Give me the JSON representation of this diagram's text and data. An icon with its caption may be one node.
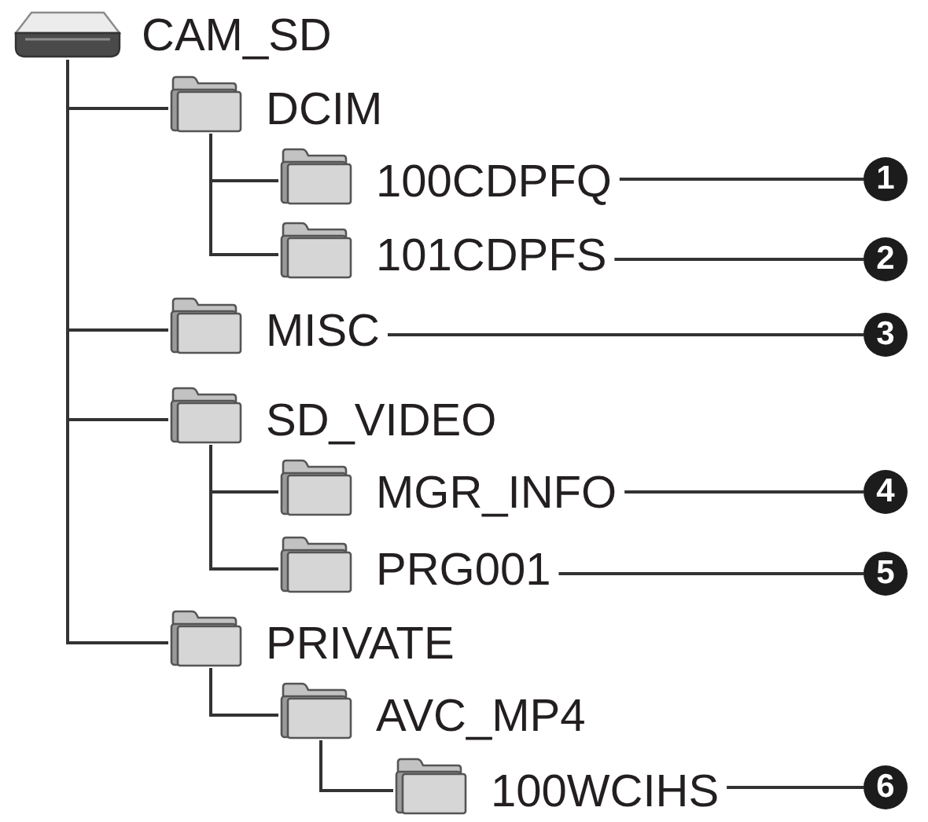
{
  "diagram": {
    "nodes": [
      {
        "text": [
          "CAM_SD"
        ]
      },
      {
        "text": [
          "DCIM"
        ]
      },
      {
        "text": [
          "100CDPFQ"
        ]
      },
      {
        "text": [
          "1"
        ]
      },
      {
        "text": [
          "101CDPFS"
        ]
      },
      {
        "text": [
          "2"
        ]
      },
      {
        "text": [
          "MISC"
        ]
      },
      {
        "text": [
          "3"
        ]
      },
      {
        "text": [
          "SD_VIDEO"
        ]
      },
      {
        "text": [
          "MGR_INFO"
        ]
      },
      {
        "text": [
          "4"
        ]
      },
      {
        "text": [
          "PRG001"
        ]
      },
      {
        "text": [
          "5"
        ]
      },
      {
        "text": [
          "PRIVATE"
        ]
      },
      {
        "text": [
          "AVC_MP4"
        ]
      },
      {
        "text": [
          "100WCIHS"
        ]
      },
      {
        "text": [
          "6"
        ]
      }
    ],
    "edges": [
      {
        "from": 0,
        "to": 1,
        "arrow": "none"
      },
      {
        "from": 0,
        "to": 6,
        "arrow": "none"
      },
      {
        "from": 0,
        "to": 8,
        "arrow": "none"
      },
      {
        "from": 0,
        "to": 13,
        "arrow": "none"
      },
      {
        "from": 1,
        "to": 2,
        "arrow": "none"
      },
      {
        "from": 1,
        "to": 4,
        "arrow": "none"
      },
      {
        "from": 8,
        "to": 9,
        "arrow": "none"
      },
      {
        "from": 8,
        "to": 11,
        "arrow": "none"
      },
      {
        "from": 13,
        "to": 14,
        "arrow": "none"
      },
      {
        "from": 14,
        "to": 15,
        "arrow": "none"
      },
      {
        "from": 2,
        "to": 3,
        "arrow": "none"
      },
      {
        "from": 4,
        "to": 5,
        "arrow": "none"
      },
      {
        "from": 6,
        "to": 7,
        "arrow": "none"
      },
      {
        "from": 9,
        "to": 10,
        "arrow": "none"
      },
      {
        "from": 11,
        "to": 12,
        "arrow": "none"
      },
      {
        "from": 15,
        "to": 16,
        "arrow": "none"
      }
    ]
  }
}
